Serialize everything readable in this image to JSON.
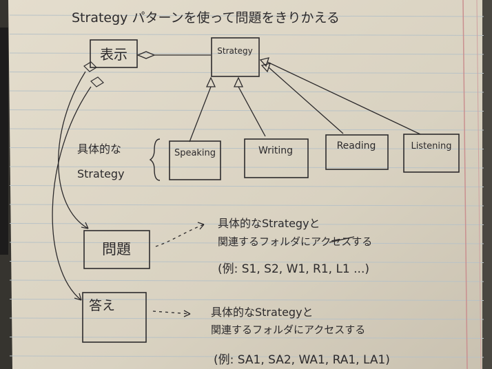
{
  "title": "Strategy パターンを使って問題をきりかえる",
  "context_box": "表示",
  "strategy_box": "Strategy",
  "concrete_label": [
    "具体的な",
    "Strategy"
  ],
  "concrete_boxes": [
    "Speaking",
    "Writing",
    "Reading",
    "Listening"
  ],
  "question_box": "問題",
  "question_note": [
    "具体的なStrategyと",
    "関連するフォルダにアクセスする",
    "(例: S1, S2, W1, R1, L1 ...)"
  ],
  "answer_box": "答え",
  "answer_note": [
    "具体的なStrategyと",
    "関連するフォルダにアクセスする",
    "(例: SA1, SA2, WA1, RA1, LA1)"
  ],
  "colors": {
    "paper": "#ded8c8",
    "ink": "#2c2a2c",
    "rule": "#b9c3c8",
    "margin": "#c98f8f"
  }
}
